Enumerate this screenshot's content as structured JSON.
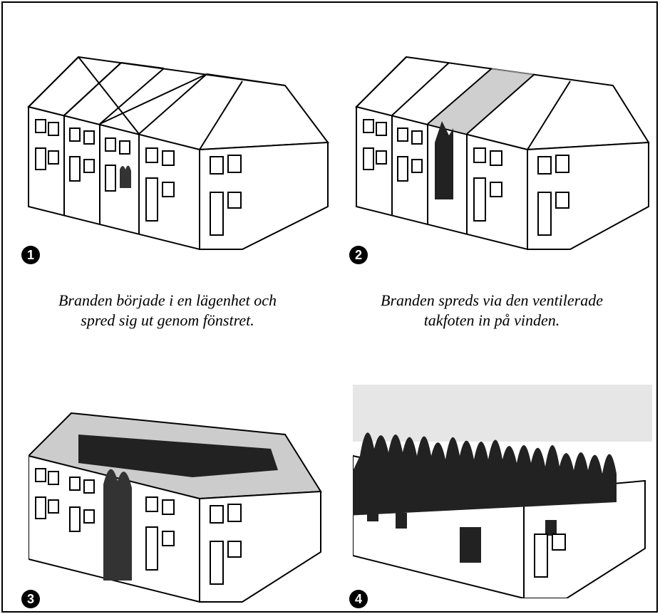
{
  "steps": [
    {
      "number": "1",
      "caption_line1": "Branden började i en lägenhet och",
      "caption_line2": "spred sig ut genom fönstret."
    },
    {
      "number": "2",
      "caption_line1": "Branden spreds via den ventilerade",
      "caption_line2": "takfoten in på vinden."
    },
    {
      "number": "3"
    },
    {
      "number": "4"
    }
  ]
}
